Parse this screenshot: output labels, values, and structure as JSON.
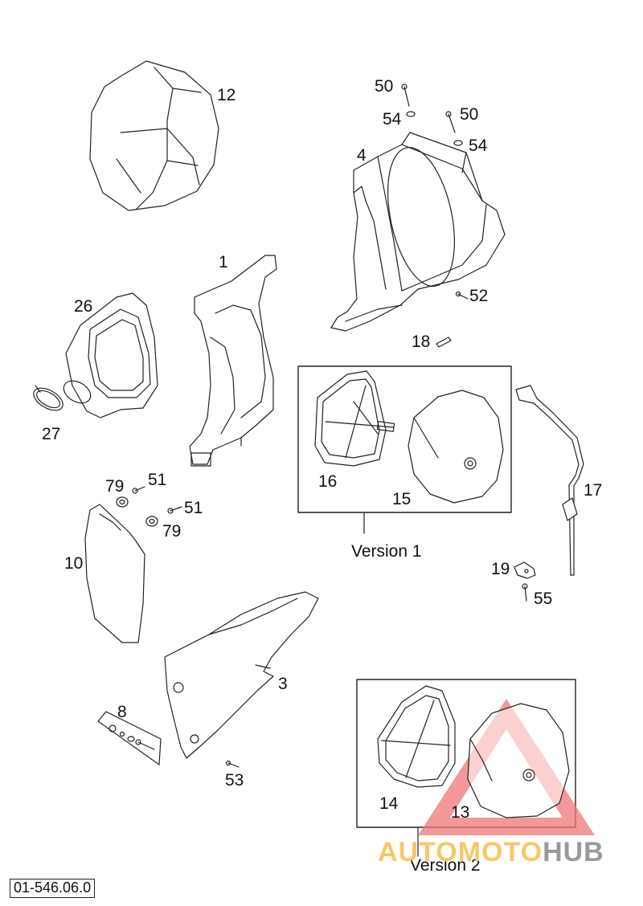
{
  "labels": {
    "p1": "1",
    "p3": "3",
    "p4": "4",
    "p8": "8",
    "p10": "10",
    "p12": "12",
    "p13": "13",
    "p14": "14",
    "p15": "15",
    "p16": "16",
    "p17": "17",
    "p18": "18",
    "p19": "19",
    "p26": "26",
    "p27": "27",
    "p50a": "50",
    "p50b": "50",
    "p51a": "51",
    "p51b": "51",
    "p52": "52",
    "p53": "53",
    "p54a": "54",
    "p54b": "54",
    "p55": "55",
    "p79a": "79",
    "p79b": "79"
  },
  "versions": {
    "v1": "Version 1",
    "v2": "Version 2"
  },
  "doc_number": "01-546.06.0",
  "watermark": {
    "part1": "AUTOMOTO",
    "part2": "HUB",
    "logo_color": "#ef7676"
  },
  "colors": {
    "line": "#222222",
    "fill": "#ffffff"
  }
}
